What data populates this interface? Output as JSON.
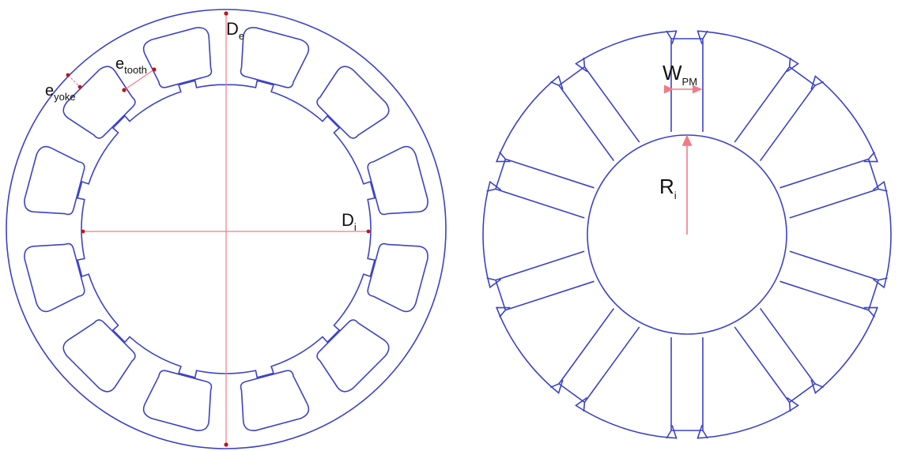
{
  "colors": {
    "outline": "#3b42c8",
    "dimension": "#f07b86",
    "marker": "#c0141c",
    "background": "#ffffff"
  },
  "stator": {
    "slot_count": 12,
    "labels": {
      "outer_diameter": {
        "main": "D",
        "sub": "e"
      },
      "inner_diameter": {
        "main": "D",
        "sub": "i"
      },
      "tooth": {
        "main": "e",
        "sub": "tooth"
      },
      "yoke": {
        "main": "e",
        "sub": "yoke"
      }
    }
  },
  "rotor": {
    "pole_count": 10,
    "labels": {
      "magnet_width": {
        "main": "W",
        "sub": "PM"
      },
      "inner_radius": {
        "main": "R",
        "sub": "i"
      }
    }
  }
}
